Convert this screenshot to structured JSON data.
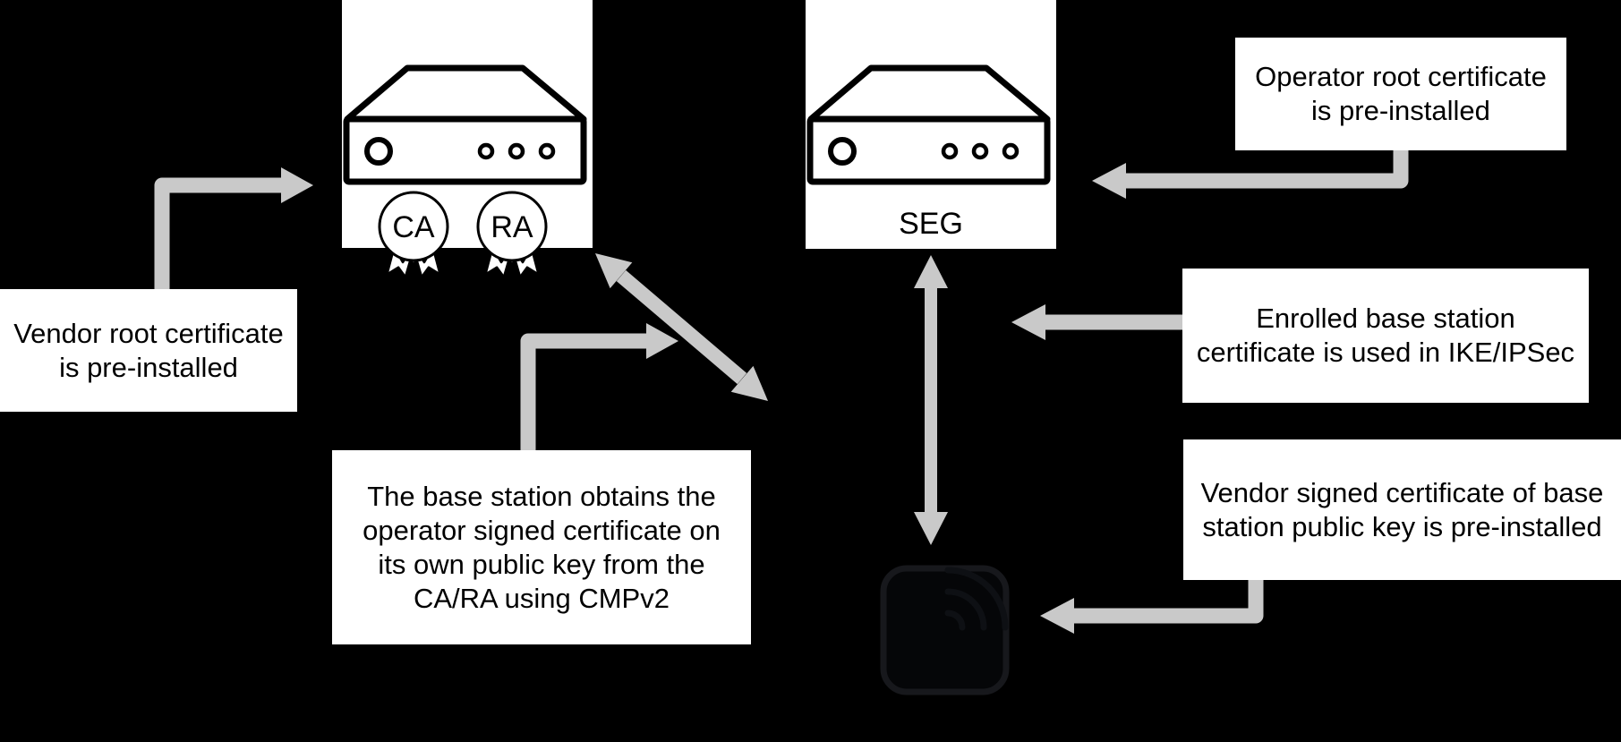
{
  "title": "Base station certificate enrollment diagram",
  "colors": {
    "background": "#000000",
    "surface": "#ffffff",
    "text": "#000000",
    "arrow": "#c9c9c9"
  },
  "nodes": {
    "ca_ra": {
      "icon": "server-icon",
      "badges": [
        {
          "label": "CA",
          "icon": "rosette-seal-icon"
        },
        {
          "label": "RA",
          "icon": "rosette-seal-icon"
        }
      ]
    },
    "seg": {
      "icon": "server-icon",
      "label": "SEG"
    },
    "base_station": {
      "icon": "base-station-wireless-icon"
    }
  },
  "annotations": {
    "vendor_root": "Vendor root certificate\nis pre-installed",
    "operator_root": "Operator root certificate\nis pre-installed",
    "cmpv2_note": "The base station obtains the\noperator signed certificate on\nits own public key from the\nCA/RA using CMPv2",
    "enrolled_cert": "Enrolled base station\ncertificate is used in IKE/IPSec",
    "vendor_signed": "Vendor signed certificate of base\nstation public key is pre-installed"
  },
  "arrows": [
    {
      "id": "arrow-vendor-root-to-ca-ra",
      "from": "vendor_root annotation",
      "to": "CA/RA server",
      "heads": "single"
    },
    {
      "id": "arrow-operator-root-to-seg",
      "from": "operator_root annotation",
      "to": "SEG server",
      "heads": "single"
    },
    {
      "id": "arrow-enrolled-cert-to-seg",
      "from": "enrolled_cert annotation",
      "to": "SEG server",
      "heads": "single"
    },
    {
      "id": "arrow-vendor-signed-to-base-station",
      "from": "vendor_signed annotation",
      "to": "base station",
      "heads": "single"
    },
    {
      "id": "arrow-cmpv2-note-to-link",
      "from": "cmpv2_note annotation",
      "to": "CA/RA–base-station link",
      "heads": "single"
    },
    {
      "id": "double-arrow-seg-base-station",
      "from": "SEG server",
      "to": "base station",
      "heads": "double"
    },
    {
      "id": "double-arrow-ca-ra-base-station",
      "from": "CA/RA server",
      "to": "base station",
      "heads": "double"
    }
  ]
}
